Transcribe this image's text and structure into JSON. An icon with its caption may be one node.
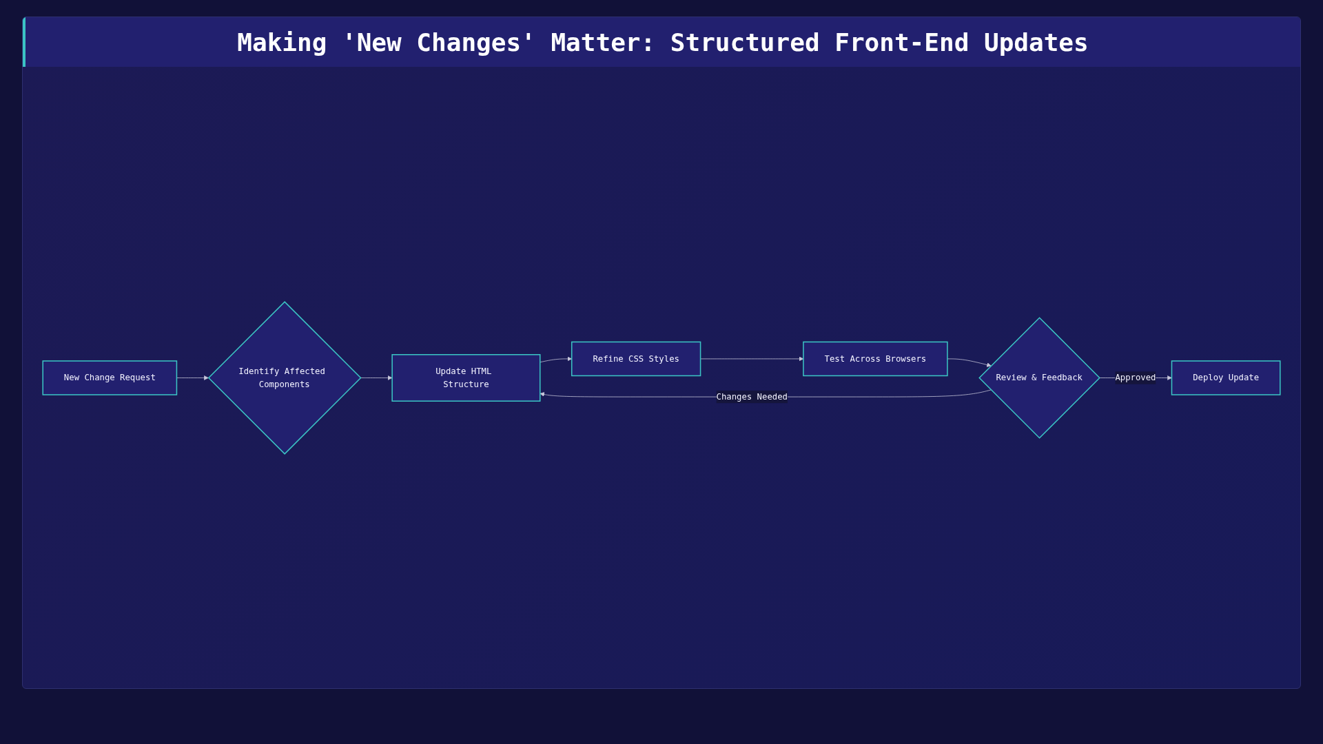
{
  "diagram": {
    "title": "Making 'New Changes' Matter: Structured Front-End Updates",
    "nodes": [
      {
        "text": [
          "New Change Request"
        ]
      },
      {
        "text": [
          "Identify Affected Components"
        ]
      },
      {
        "text": [
          "Update HTML Structure"
        ]
      },
      {
        "text": [
          "Refine CSS Styles"
        ]
      },
      {
        "text": [
          "Test Across Browsers"
        ]
      },
      {
        "text": [
          "Review & Feedback"
        ]
      },
      {
        "text": [
          "Deploy Update"
        ]
      }
    ],
    "edges": [
      {
        "from": 0,
        "to": 1,
        "arrow": "to"
      },
      {
        "from": 1,
        "to": 2,
        "arrow": "to"
      },
      {
        "from": 2,
        "to": 3,
        "arrow": "to"
      },
      {
        "from": 3,
        "to": 4,
        "arrow": "to"
      },
      {
        "from": 4,
        "to": 5,
        "arrow": "to"
      },
      {
        "from": 5,
        "to": 6,
        "label": "Approved",
        "arrow": "to"
      },
      {
        "from": 5,
        "to": 2,
        "label": "Changes Needed",
        "arrow": "to"
      }
    ]
  }
}
